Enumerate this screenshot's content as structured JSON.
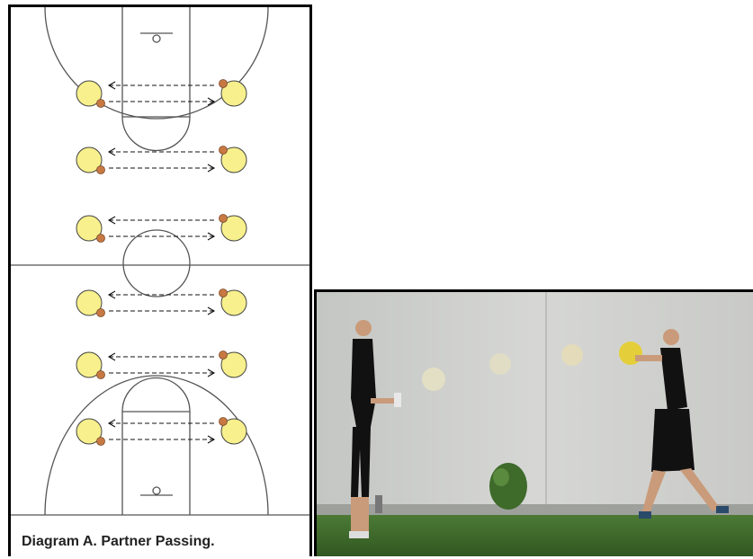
{
  "caption": "Diagram A.  Partner Passing.",
  "colors": {
    "player_fill": "#f7f08c",
    "ball_fill": "#c87943",
    "court_line": "#555555",
    "frame": "#000000",
    "wall": "#cfd0cd",
    "grass": "#3f6d2c"
  },
  "pairs": [
    {
      "row": 1,
      "top_arrow": "left",
      "bottom_arrow": "right"
    },
    {
      "row": 2,
      "top_arrow": "left",
      "bottom_arrow": "right"
    },
    {
      "row": 3,
      "top_arrow": "left",
      "bottom_arrow": "right"
    },
    {
      "row": 4,
      "top_arrow": "left",
      "bottom_arrow": "right"
    },
    {
      "row": 5,
      "top_arrow": "left",
      "bottom_arrow": "right"
    },
    {
      "row": 6,
      "top_arrow": "left",
      "bottom_arrow": "right"
    }
  ],
  "photo": {
    "subjects": [
      "athlete-left",
      "athlete-right"
    ],
    "ball_color": "#e4cf3a",
    "ball_trail": 3
  }
}
